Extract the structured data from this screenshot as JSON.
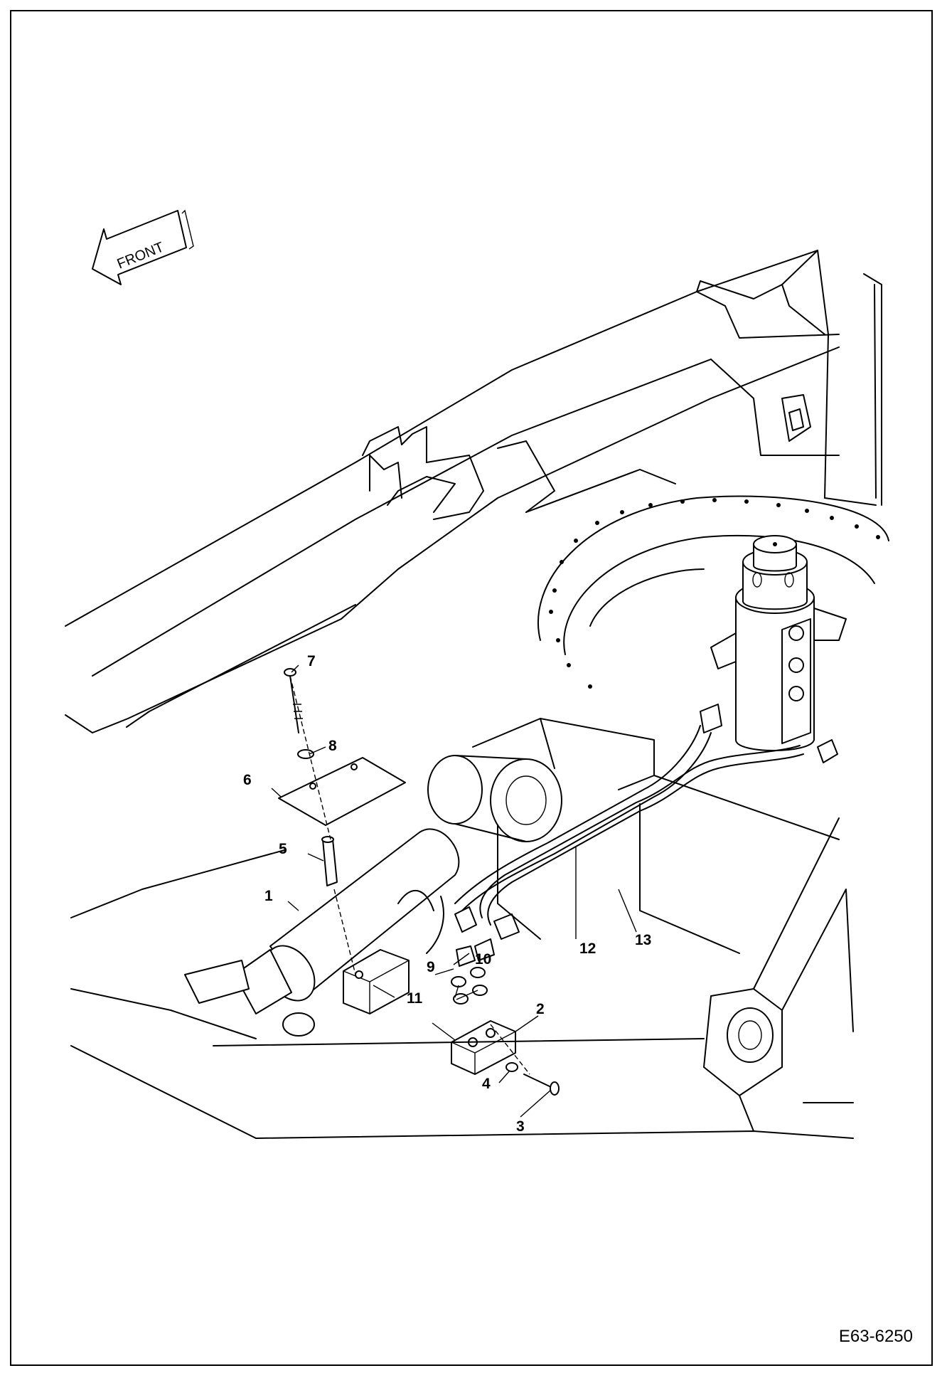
{
  "orientation": {
    "label": "FRONT"
  },
  "drawing_ref": "E63-6250",
  "callouts": [
    "1",
    "2",
    "3",
    "4",
    "5",
    "6",
    "7",
    "8",
    "9",
    "10",
    "11",
    "12",
    "13"
  ]
}
